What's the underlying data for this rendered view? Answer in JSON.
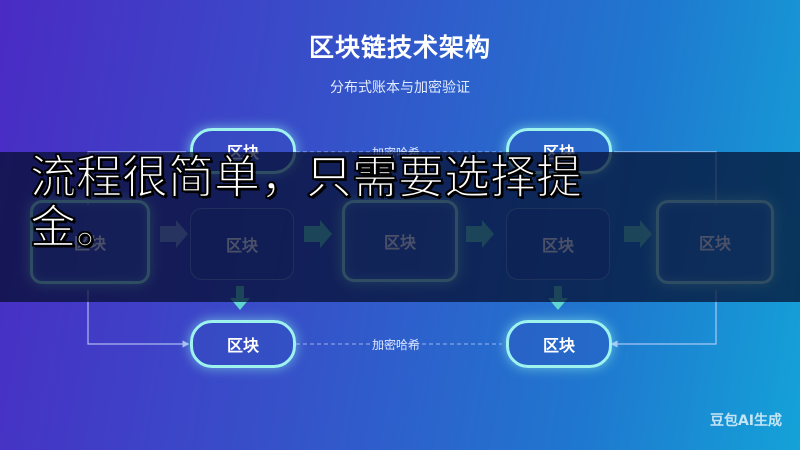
{
  "header": {
    "title": "区块链技术架构",
    "subtitle": "分布式账本与加密验证"
  },
  "diagram": {
    "block_label": "区块",
    "encrypt_label": "加密哈希"
  },
  "caption": {
    "line1": "流程很简单，只需要选择提",
    "line2": "金。"
  },
  "watermark": "豆包AI生成",
  "colors": {
    "accent": "#9ff3ee",
    "arrow": "#5fd6d0",
    "overlay": "#040c2d"
  }
}
